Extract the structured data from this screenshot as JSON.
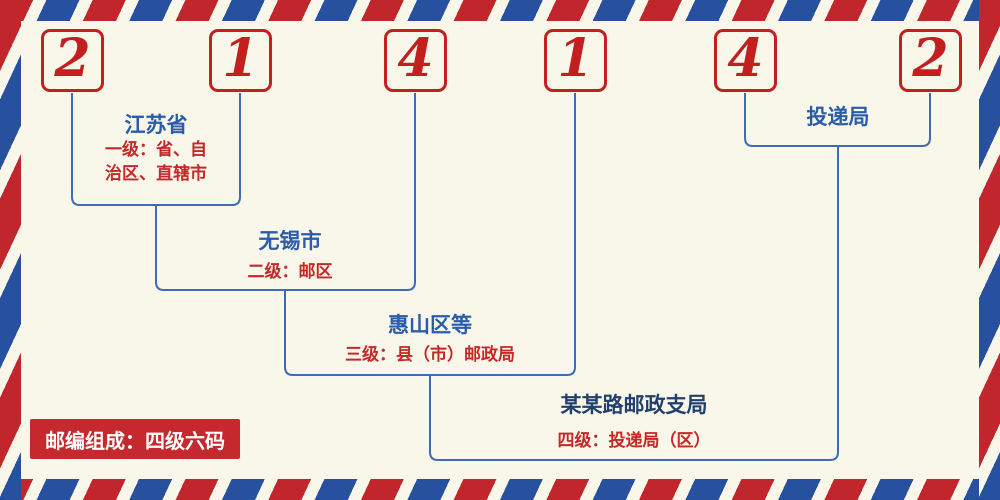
{
  "colors": {
    "background": "#f9f6ea",
    "digit_red": "#c41f1f",
    "connector_blue": "#3d6cb4",
    "label_blue": "#2a5caa",
    "label_navy": "#21406e",
    "desc_red": "#c62828",
    "badge_bg": "#c5282d",
    "badge_text": "#ffffff",
    "stripe_red": "#c0262c",
    "stripe_blue": "#27519f"
  },
  "postal_code": {
    "digits": [
      "2",
      "1",
      "4",
      "1",
      "4",
      "2"
    ]
  },
  "annotations": {
    "province": {
      "name": "江苏省",
      "desc_lines": [
        "一级：省、自",
        "治区、直辖市"
      ]
    },
    "district": {
      "name": "无锡市",
      "desc": "二级：邮区"
    },
    "county": {
      "name": "惠山区等",
      "desc": "三级：县（市）邮政局"
    },
    "branch": {
      "name": "某某路邮政支局",
      "desc": "四级：投递局（区）"
    },
    "delivery_office": {
      "name": "投递局"
    }
  },
  "footer": {
    "badge_text": "邮编组成：四级六码"
  }
}
